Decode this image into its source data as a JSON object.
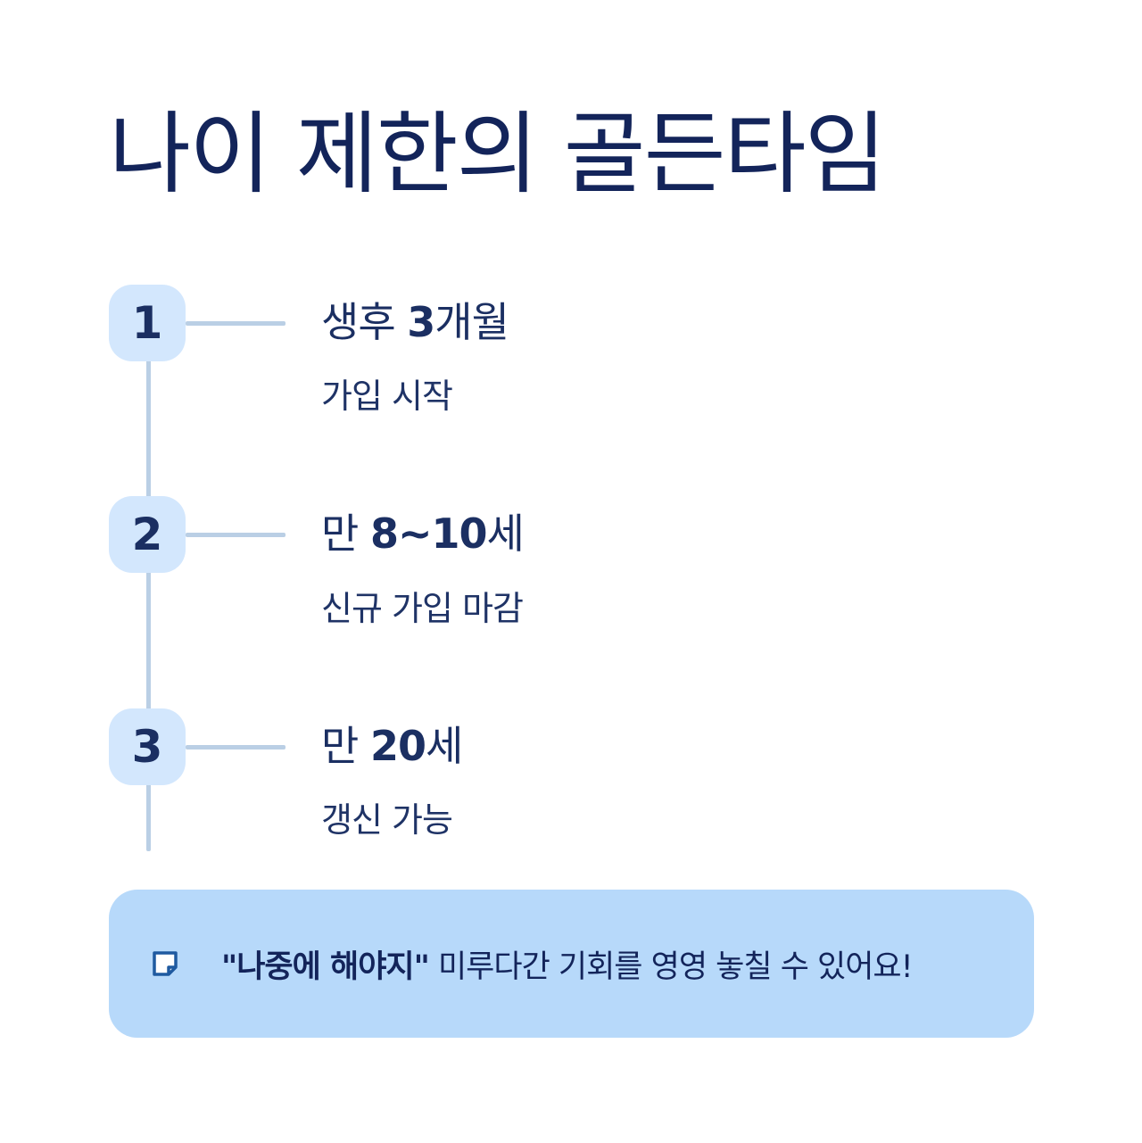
{
  "title": "나이 제한의 골든타임",
  "steps": [
    {
      "badge": "1",
      "title_prefix": "생후 ",
      "title_number": "3",
      "title_suffix": "개월",
      "description": "가입 시작"
    },
    {
      "badge": "2",
      "title_prefix": "만 ",
      "title_number": "8~10",
      "title_suffix": "세",
      "description": "신규 가입 마감"
    },
    {
      "badge": "3",
      "title_prefix": "만 ",
      "title_number": "20",
      "title_suffix": "세",
      "description": "갱신 가능"
    }
  ],
  "notice": {
    "icon": "memo-icon",
    "emphasis": "\"나중에 해야지\"",
    "text": " 미루다간 기회를 영영 놓칠 수 있어요!"
  },
  "colors": {
    "title": "#13245a",
    "text": "#1b2f62",
    "badge_bg": "#d3e7fd",
    "line": "#bacfe5",
    "notice_bg": "#b7d9fa",
    "icon_stroke": "#1f5aa0"
  }
}
